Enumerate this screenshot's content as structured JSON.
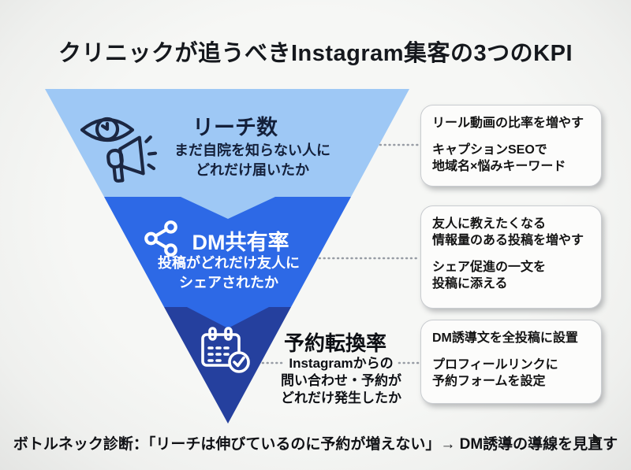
{
  "title": "クリニックが追うべきInstagram集客の3つのKPI",
  "funnel": {
    "levels": [
      {
        "label": "リーチ数",
        "desc": [
          "まだ自院を知らない人に",
          "どれだけ届いたか"
        ],
        "icon": "eye-megaphone-icon",
        "color": "#9ec8f5"
      },
      {
        "label": "DM共有率",
        "desc": [
          "投稿がどれだけ友人に",
          "シェアされたか"
        ],
        "icon": "share-icon",
        "color": "#2d69e6"
      },
      {
        "label": "予約転換率",
        "desc": [
          "Instagramからの",
          "問い合わせ・予約が",
          "どれだけ発生したか"
        ],
        "icon": "calendar-check-icon",
        "color": "#25409e"
      }
    ]
  },
  "callouts": [
    {
      "groups": [
        [
          "リール動画の比率を増やす"
        ],
        [
          "キャプションSEOで",
          "地域名×悩みキーワード"
        ]
      ]
    },
    {
      "groups": [
        [
          "友人に教えたくなる",
          "情報量のある投稿を増やす"
        ],
        [
          "シェア促進の一文を",
          "投稿に添える"
        ]
      ]
    },
    {
      "groups": [
        [
          "DM誘導文を全投稿に設置"
        ],
        [
          "プロフィールリンクに",
          "予約フォームを設定"
        ]
      ]
    }
  ],
  "footer": "ボトルネック診断：「リーチは伸びているのに予約が増えない」→ DM誘導の導線を見直す",
  "colors": {
    "background": "#f4f5f3",
    "level1": "#9ec8f5",
    "level2": "#2d69e6",
    "level3": "#25409e",
    "text_dark": "#14203a",
    "text_light": "#ffffff",
    "connector": "#979ca4",
    "icon_dark": "#1c2742"
  }
}
